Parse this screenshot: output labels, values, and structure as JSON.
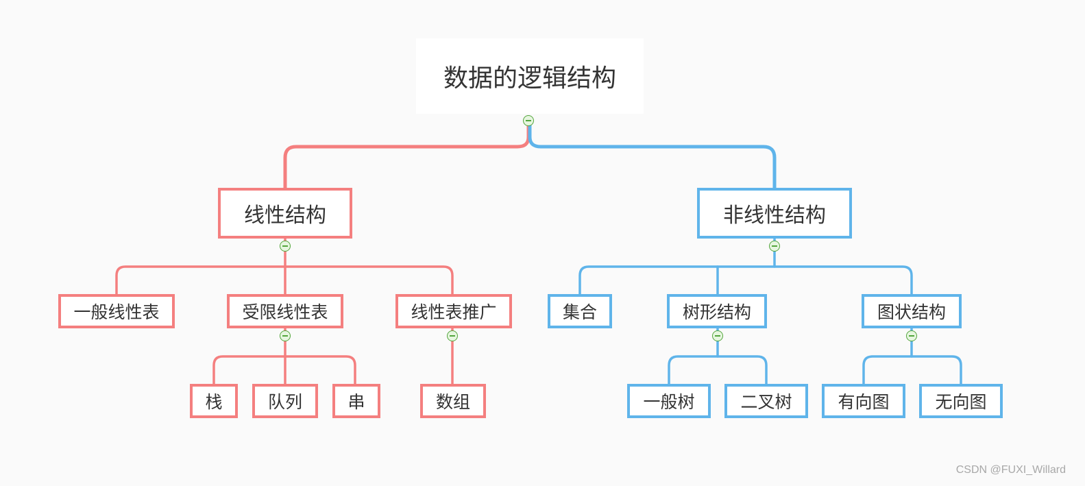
{
  "diagram": {
    "root": {
      "label": "数据的逻辑结构"
    },
    "branches": [
      {
        "label": "线性结构",
        "color": "#f47f7f",
        "children": [
          {
            "label": "一般线性表",
            "children": []
          },
          {
            "label": "受限线性表",
            "children": [
              {
                "label": "栈"
              },
              {
                "label": "队列"
              },
              {
                "label": "串"
              }
            ]
          },
          {
            "label": "线性表推广",
            "children": [
              {
                "label": "数组"
              }
            ]
          }
        ]
      },
      {
        "label": "非线性结构",
        "color": "#5fb4ea",
        "children": [
          {
            "label": "集合",
            "children": []
          },
          {
            "label": "树形结构",
            "children": [
              {
                "label": "一般树"
              },
              {
                "label": "二叉树"
              }
            ]
          },
          {
            "label": "图状结构",
            "children": [
              {
                "label": "有向图"
              },
              {
                "label": "无向图"
              }
            ]
          }
        ]
      }
    ],
    "collapse_icon": "minus-circle-icon",
    "collapse_color": "#53a53c"
  },
  "watermark": "CSDN @FUXI_Willard"
}
